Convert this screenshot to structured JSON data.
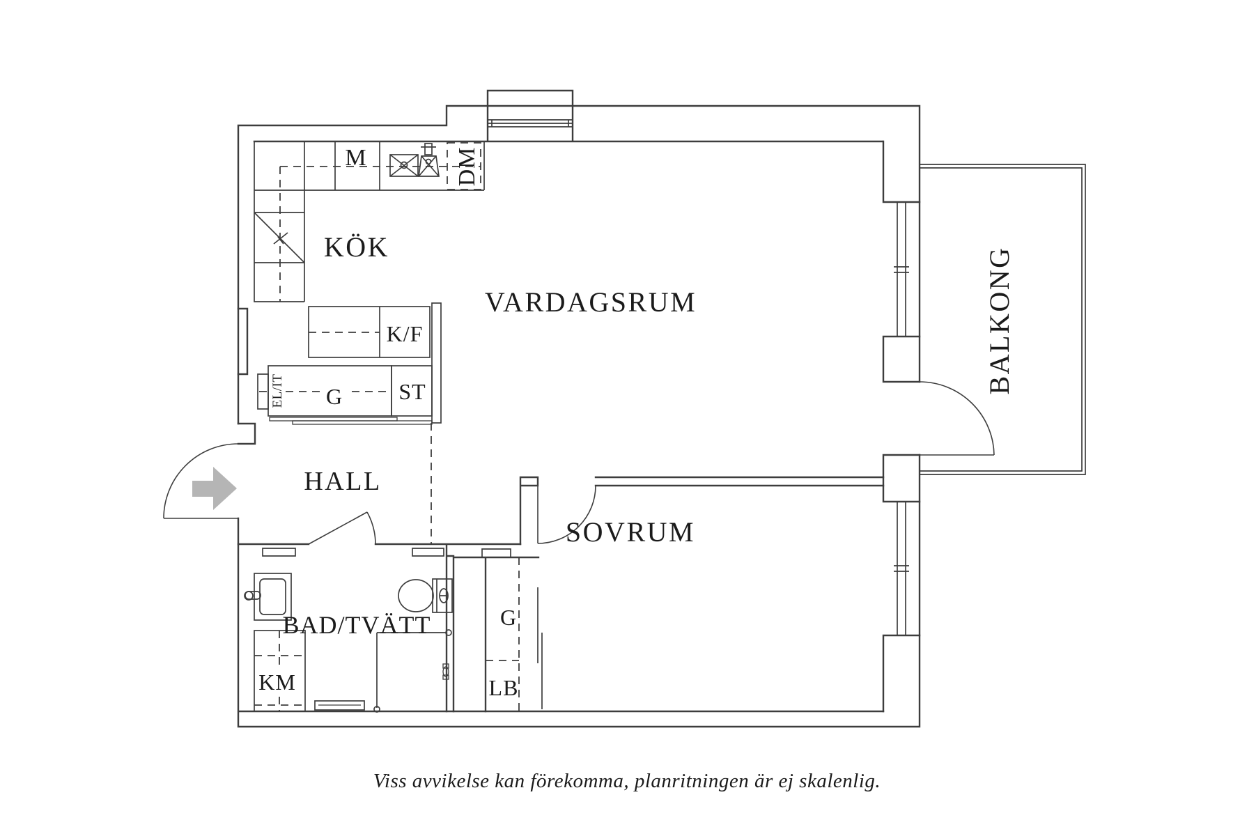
{
  "floor_plan": {
    "colors": {
      "line": "#3d3d3d",
      "label": "#1b1b1b",
      "entry_arrow": "#b5b5b5",
      "background": "#ffffff"
    },
    "rooms": [
      {
        "name": "kitchen",
        "label": "KÖK"
      },
      {
        "name": "living-room",
        "label": "VARDAGSRUM"
      },
      {
        "name": "hallway",
        "label": "HALL"
      },
      {
        "name": "bathroom-laundry",
        "label": "BAD/TVÄTT"
      },
      {
        "name": "bedroom",
        "label": "SOVRUM"
      },
      {
        "name": "balcony",
        "label": "BALKONG"
      }
    ],
    "fixture_labels": [
      {
        "name": "kitchen-cabinet-m",
        "label": "M"
      },
      {
        "name": "dishwasher",
        "label": "DM"
      },
      {
        "name": "fridge-freezer",
        "label": "K/F"
      },
      {
        "name": "wardrobe-hall",
        "label": "G"
      },
      {
        "name": "cleaning-closet",
        "label": "ST"
      },
      {
        "name": "electrical-it-cabinet",
        "label": "EL/IT"
      },
      {
        "name": "washing-machine",
        "label": "KM"
      },
      {
        "name": "wardrobe-bedroom",
        "label": "G"
      },
      {
        "name": "linen-closet",
        "label": "LB"
      }
    ],
    "caption": "Viss avvikelse kan förekomma, planritningen är ej skalenlig."
  }
}
